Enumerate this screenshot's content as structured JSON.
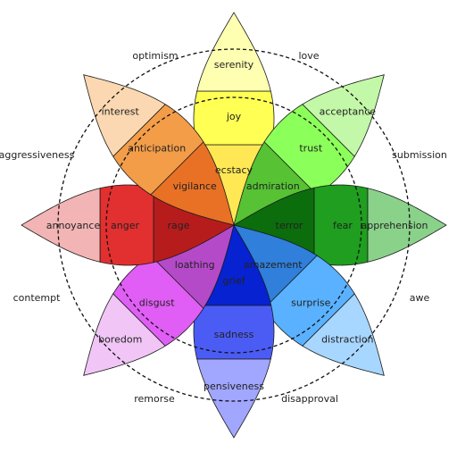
{
  "petals": [
    {
      "name": "joy-petal",
      "outer": "serenity",
      "middle": "joy",
      "inner": "ecstacy",
      "colors": [
        "#ffffb1",
        "#ffff54",
        "#ffe854"
      ]
    },
    {
      "name": "trust-petal",
      "outer": "acceptance",
      "middle": "trust",
      "inner": "admiration",
      "colors": [
        "#c3f8a8",
        "#8bff5a",
        "#56c234"
      ]
    },
    {
      "name": "fear-petal",
      "outer": "apprehension",
      "middle": "fear",
      "inner": "terror",
      "colors": [
        "#8ad18a",
        "#1f9e1f",
        "#0c6d0c"
      ]
    },
    {
      "name": "surprise-petal",
      "outer": "distraction",
      "middle": "surprise",
      "inner": "amazement",
      "colors": [
        "#a7d6ff",
        "#59b1ff",
        "#2f7fdb"
      ]
    },
    {
      "name": "sadness-petal",
      "outer": "pensiveness",
      "middle": "sadness",
      "inner": "grief",
      "colors": [
        "#a1a6ff",
        "#4b5cf5",
        "#0622d1"
      ]
    },
    {
      "name": "disgust-petal",
      "outer": "boredom",
      "middle": "disgust",
      "inner": "loathing",
      "colors": [
        "#f1c6f6",
        "#e05ef5",
        "#b54ac9"
      ]
    },
    {
      "name": "anger-petal",
      "outer": "annoyance",
      "middle": "anger",
      "inner": "rage",
      "colors": [
        "#f2b4b4",
        "#e22f2f",
        "#b71c1c"
      ]
    },
    {
      "name": "anticipation-petal",
      "outer": "interest",
      "middle": "anticipation",
      "inner": "vigilance",
      "colors": [
        "#fbd8b1",
        "#f39d49",
        "#e87125"
      ]
    }
  ],
  "dyads": [
    "love",
    "submission",
    "awe",
    "disapproval",
    "remorse",
    "contempt",
    "aggressiveness",
    "optimism"
  ]
}
